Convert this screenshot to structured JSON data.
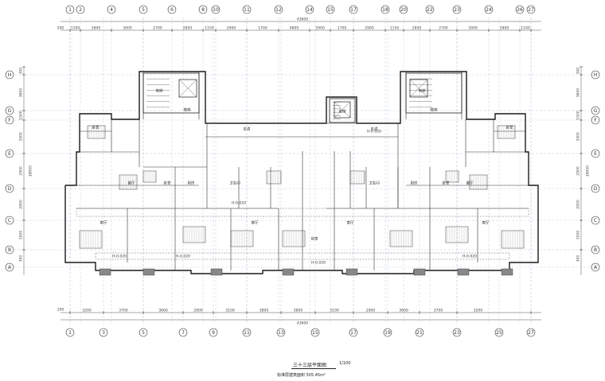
{
  "grid": {
    "top_numbers": [
      "1",
      "2",
      "4",
      "5",
      "6",
      "8",
      "10",
      "11",
      "12",
      "14",
      "15",
      "17",
      "18",
      "20",
      "22",
      "23",
      "24",
      "26",
      "27"
    ],
    "bottom_numbers": [
      "1",
      "3",
      "5",
      "7",
      "9",
      "11",
      "13",
      "15",
      "17",
      "19",
      "21",
      "23",
      "25",
      "27"
    ],
    "side_letters": [
      "H",
      "G",
      "F",
      "E",
      "D",
      "C",
      "B",
      "A"
    ]
  },
  "dimensions": {
    "top_total": "43600",
    "top_segments": [
      "1100",
      "2800",
      "3000",
      "2700",
      "2850",
      "1150",
      "2900",
      "1700",
      "4800",
      "2900",
      "1700",
      "2900",
      "1150",
      "2850",
      "2700",
      "3000",
      "2800",
      "1100"
    ],
    "bottom_total": "43600",
    "bottom_segments": [
      "3200",
      "3700",
      "3600",
      "2900",
      "3100",
      "3800",
      "3800",
      "3100",
      "2900",
      "3600",
      "3700",
      "3200"
    ],
    "left_side": [
      "300",
      "3600",
      "1500",
      "3300",
      "2900",
      "2900",
      "1500",
      "300"
    ],
    "left_total": "18000",
    "right_side": [
      "300",
      "3600",
      "1500",
      "3300",
      "2900",
      "2900",
      "1500",
      "300"
    ],
    "right_total": "18000",
    "edge_200": "200"
  },
  "room_labels": {
    "elevator": "电梯",
    "stair": "楼梯",
    "bedroom": "卧室",
    "living": "客厅",
    "kitchen": "厨房",
    "bath": "卫生间",
    "dining": "餐厅",
    "balcony": "阳台",
    "corridor": "走道",
    "hall": "前室",
    "level_mark": "H-0.020"
  },
  "title": {
    "name": "三十三层平面图",
    "scale": "1/100",
    "area": "标准层建筑面积 505.45m²"
  }
}
